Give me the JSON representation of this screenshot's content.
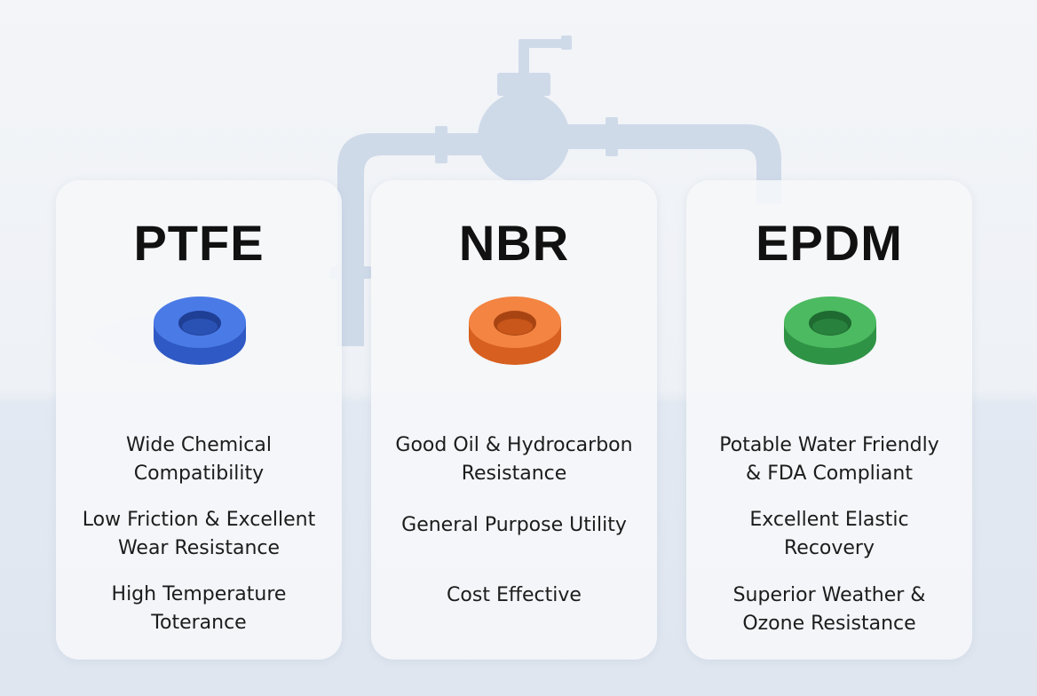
{
  "colors": {
    "background": "#eef1f6",
    "pipe": "#cdd8e8",
    "card": "#f6f7f9",
    "ptfe_ring": "#3e6fe0",
    "nbr_ring": "#f07a35",
    "epdm_ring": "#45b45c"
  },
  "materials": [
    {
      "title": "PTFE",
      "icon": "blue-seal-ring-icon",
      "features": [
        {
          "line1": "Wide Chemical",
          "line2": "Compatibility"
        },
        {
          "line1": "Low Friction & Excellent",
          "line2": "Wear Resistance"
        },
        {
          "line1": "High Temperature",
          "line2": "Toterance"
        }
      ]
    },
    {
      "title": "NBR",
      "icon": "orange-seal-ring-icon",
      "features": [
        {
          "line1": "Good Oil & Hydrocarbon",
          "line2": "Resistance"
        },
        {
          "line1": "General Purpose Utility",
          "line2": ""
        },
        {
          "line1": "Cost Effective",
          "line2": ""
        }
      ]
    },
    {
      "title": "EPDM",
      "icon": "green-seal-ring-icon",
      "features": [
        {
          "line1": "Potable Water Friendly",
          "line2": "& FDA Compliant"
        },
        {
          "line1": "Excellent Elastic",
          "line2": "Recovery"
        },
        {
          "line1": "Superior Weather &",
          "line2": "Ozone Resistance"
        }
      ]
    }
  ]
}
